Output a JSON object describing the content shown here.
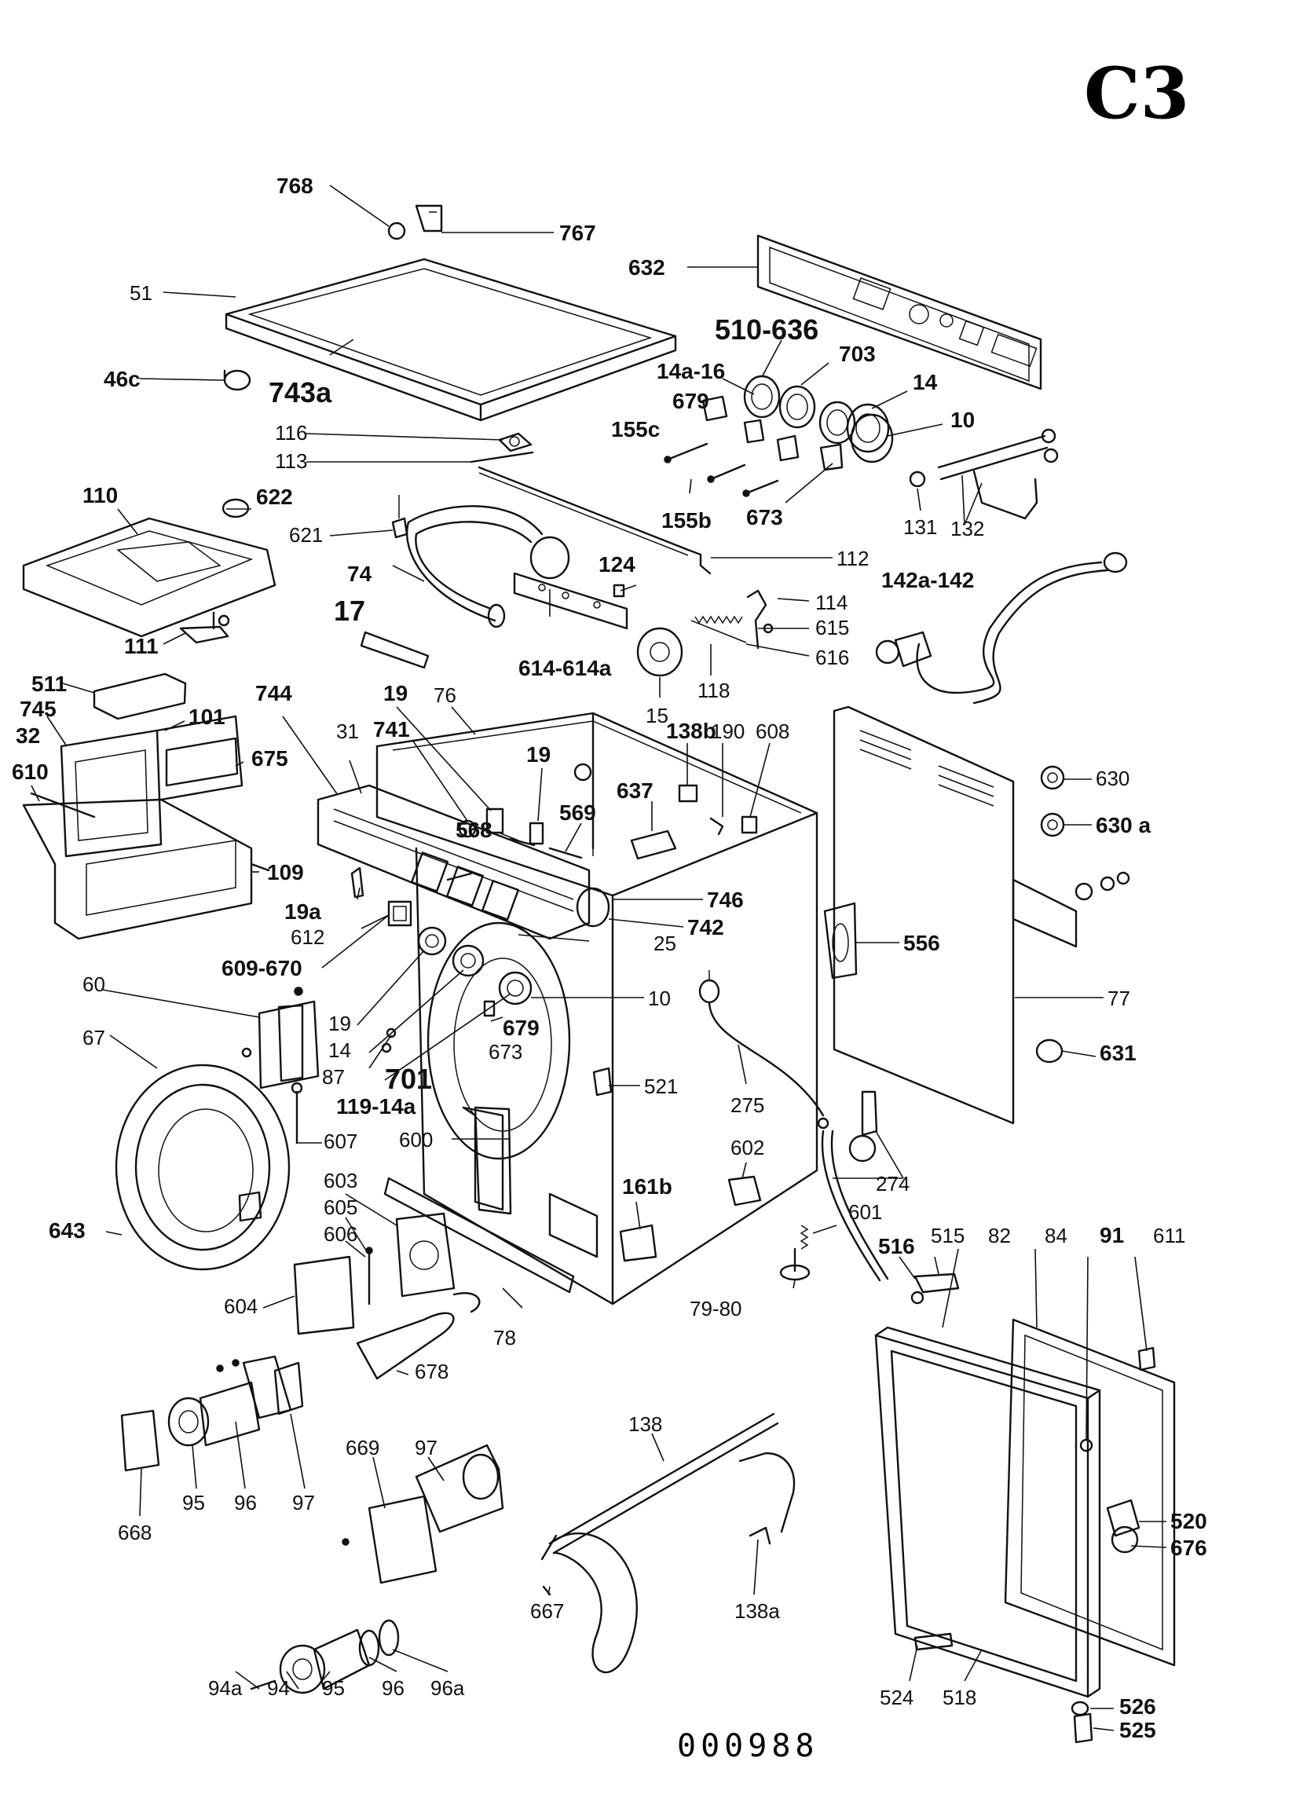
{
  "sheet_code": "C3",
  "drawing_number": "000988",
  "labels": {
    "l768": "768",
    "l767": "767",
    "l632": "632",
    "l51": "51",
    "l510_636": "510-636",
    "l703": "703",
    "l46c": "46c",
    "l743a": "743a",
    "l14a_16": "14a-16",
    "l14": "14",
    "l679": "679",
    "l155c": "155c",
    "l10": "10",
    "l116": "116",
    "l113": "113",
    "l110": "110",
    "l622": "622",
    "l131": "131",
    "l132": "132",
    "l155b": "155b",
    "l673": "673",
    "l621": "621",
    "l112": "112",
    "l124": "124",
    "l142a_142": "142a-142",
    "l74": "74",
    "l111": "111",
    "l114": "114",
    "l615": "615",
    "l17": "17",
    "l614_614a": "614-614a",
    "l616": "616",
    "l118": "118",
    "l15": "15",
    "l511": "511",
    "l745": "745",
    "l101": "101",
    "l744": "744",
    "l19": "19",
    "l76": "76",
    "l32": "32",
    "l675": "675",
    "l610": "610",
    "l741": "741",
    "l19b": "19",
    "l138b": "138b",
    "l190": "190",
    "l608": "608",
    "l630": "630",
    "l31": "31",
    "l568": "568",
    "l569": "569",
    "l637": "637",
    "l630a": "630 a",
    "l109": "109",
    "l746": "746",
    "l742": "742",
    "l19a": "19a",
    "l612": "612",
    "l25": "25",
    "l556": "556",
    "l609_670": "609-670",
    "l10b": "10",
    "l77": "77",
    "l60": "60",
    "l19c": "19",
    "l679b": "679",
    "l14b": "14",
    "l673b": "673",
    "l67": "67",
    "l87": "87",
    "l701": "701",
    "l631": "631",
    "l119_14a": "119-14a",
    "l521": "521",
    "l275": "275",
    "l607": "607",
    "l600": "600",
    "l602": "602",
    "l274": "274",
    "l603": "603",
    "l161b": "161b",
    "l605": "605",
    "l601": "601",
    "l643": "643",
    "l606": "606",
    "l516": "516",
    "l515": "515",
    "l82": "82",
    "l84": "84",
    "l91": "91",
    "l611": "611",
    "l604": "604",
    "l79_80": "79-80",
    "l78": "78",
    "l678": "678",
    "l520": "520",
    "l676": "676",
    "l95": "95",
    "l96": "96",
    "l97": "97",
    "l668": "668",
    "l138": "138",
    "l669": "669",
    "l97b": "97",
    "l667": "667",
    "l138a": "138a",
    "l94a": "94a",
    "l94": "94",
    "l95b": "95",
    "l96b": "96",
    "l96a": "96a",
    "l524": "524",
    "l518": "518",
    "l526": "526",
    "l525": "525"
  }
}
